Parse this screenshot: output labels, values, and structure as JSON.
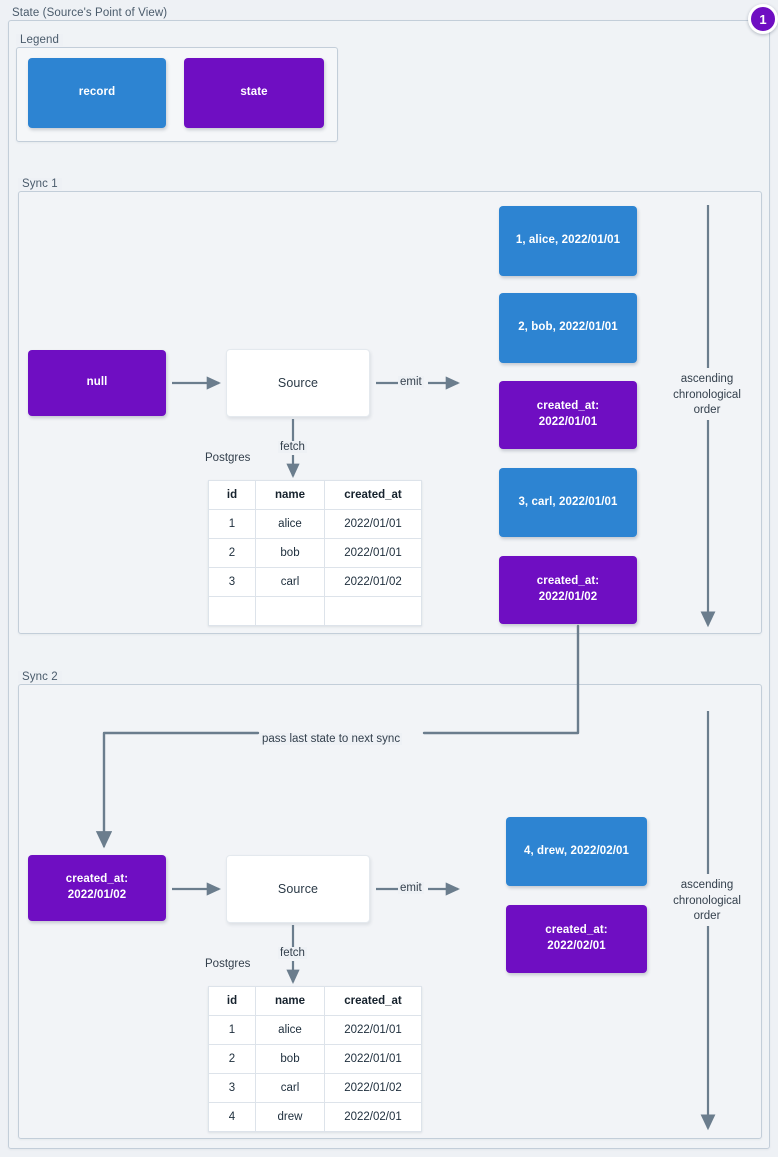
{
  "page": {
    "title": "State (Source's Point of View)",
    "badge": "1"
  },
  "legend": {
    "title": "Legend",
    "items": [
      {
        "label": "record",
        "kind": "record",
        "color": "#2d84d2"
      },
      {
        "label": "state",
        "kind": "state",
        "color": "#6f0ec2"
      }
    ]
  },
  "edge_labels": {
    "emit": "emit",
    "fetch": "fetch",
    "postgres": "Postgres",
    "pass_state": "pass last state to next sync",
    "ascending": "ascending chronological order"
  },
  "syncs": [
    {
      "title": "Sync 1",
      "input_state": "null",
      "source_label": "Source",
      "db_label": "Postgres",
      "table": {
        "columns": [
          "id",
          "name",
          "created_at"
        ],
        "rows": [
          [
            "1",
            "alice",
            "2022/01/01"
          ],
          [
            "2",
            "bob",
            "2022/01/01"
          ],
          [
            "3",
            "carl",
            "2022/01/02"
          ],
          [
            "",
            "",
            ""
          ]
        ]
      },
      "emitted": [
        {
          "kind": "record",
          "text": "1, alice, 2022/01/01"
        },
        {
          "kind": "record",
          "text": "2, bob, 2022/01/01"
        },
        {
          "kind": "state",
          "line1": "created_at:",
          "line2": "2022/01/01"
        },
        {
          "kind": "record",
          "text": "3, carl, 2022/01/01"
        },
        {
          "kind": "state",
          "line1": "created_at:",
          "line2": "2022/01/02"
        }
      ],
      "order_note": "ascending chronological order"
    },
    {
      "title": "Sync 2",
      "input_state_line1": "created_at:",
      "input_state_line2": "2022/01/02",
      "source_label": "Source",
      "db_label": "Postgres",
      "table": {
        "columns": [
          "id",
          "name",
          "created_at"
        ],
        "rows": [
          [
            "1",
            "alice",
            "2022/01/01"
          ],
          [
            "2",
            "bob",
            "2022/01/01"
          ],
          [
            "3",
            "carl",
            "2022/01/02"
          ],
          [
            "4",
            "drew",
            "2022/02/01"
          ]
        ]
      },
      "emitted": [
        {
          "kind": "record",
          "text": "4, drew, 2022/02/01"
        },
        {
          "kind": "state",
          "line1": "created_at:",
          "line2": "2022/02/01"
        }
      ],
      "order_note": "ascending chronological order"
    }
  ]
}
